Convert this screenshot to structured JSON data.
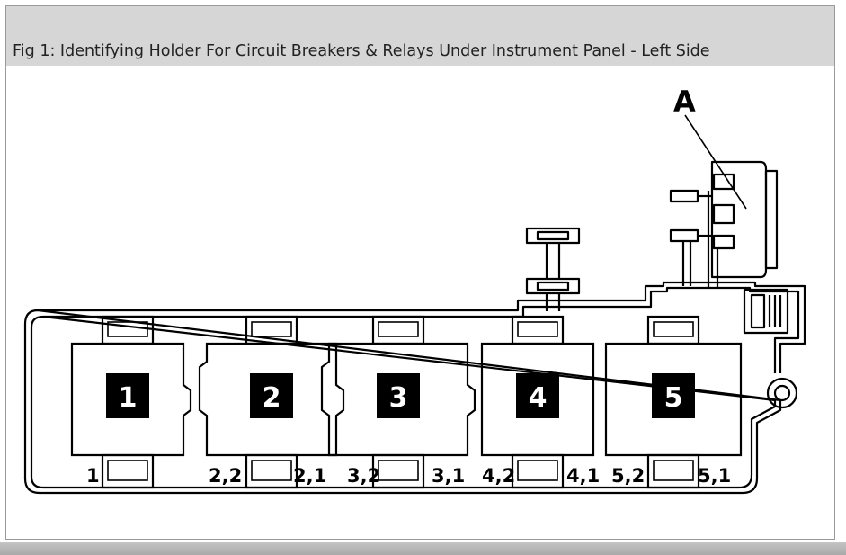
{
  "caption": "Fig 1: Identifying Holder For Circuit Breakers & Relays Under Instrument Panel - Left Side",
  "callout_label": "A",
  "positions": [
    {
      "number": "1",
      "terminals": [
        "1"
      ]
    },
    {
      "number": "2",
      "terminals": [
        "2,2",
        "2,1"
      ]
    },
    {
      "number": "3",
      "terminals": [
        "3,2",
        "3,1"
      ]
    },
    {
      "number": "4",
      "terminals": [
        "4,2",
        "4,1"
      ]
    },
    {
      "number": "5",
      "terminals": [
        "5,2",
        "5,1"
      ]
    }
  ]
}
